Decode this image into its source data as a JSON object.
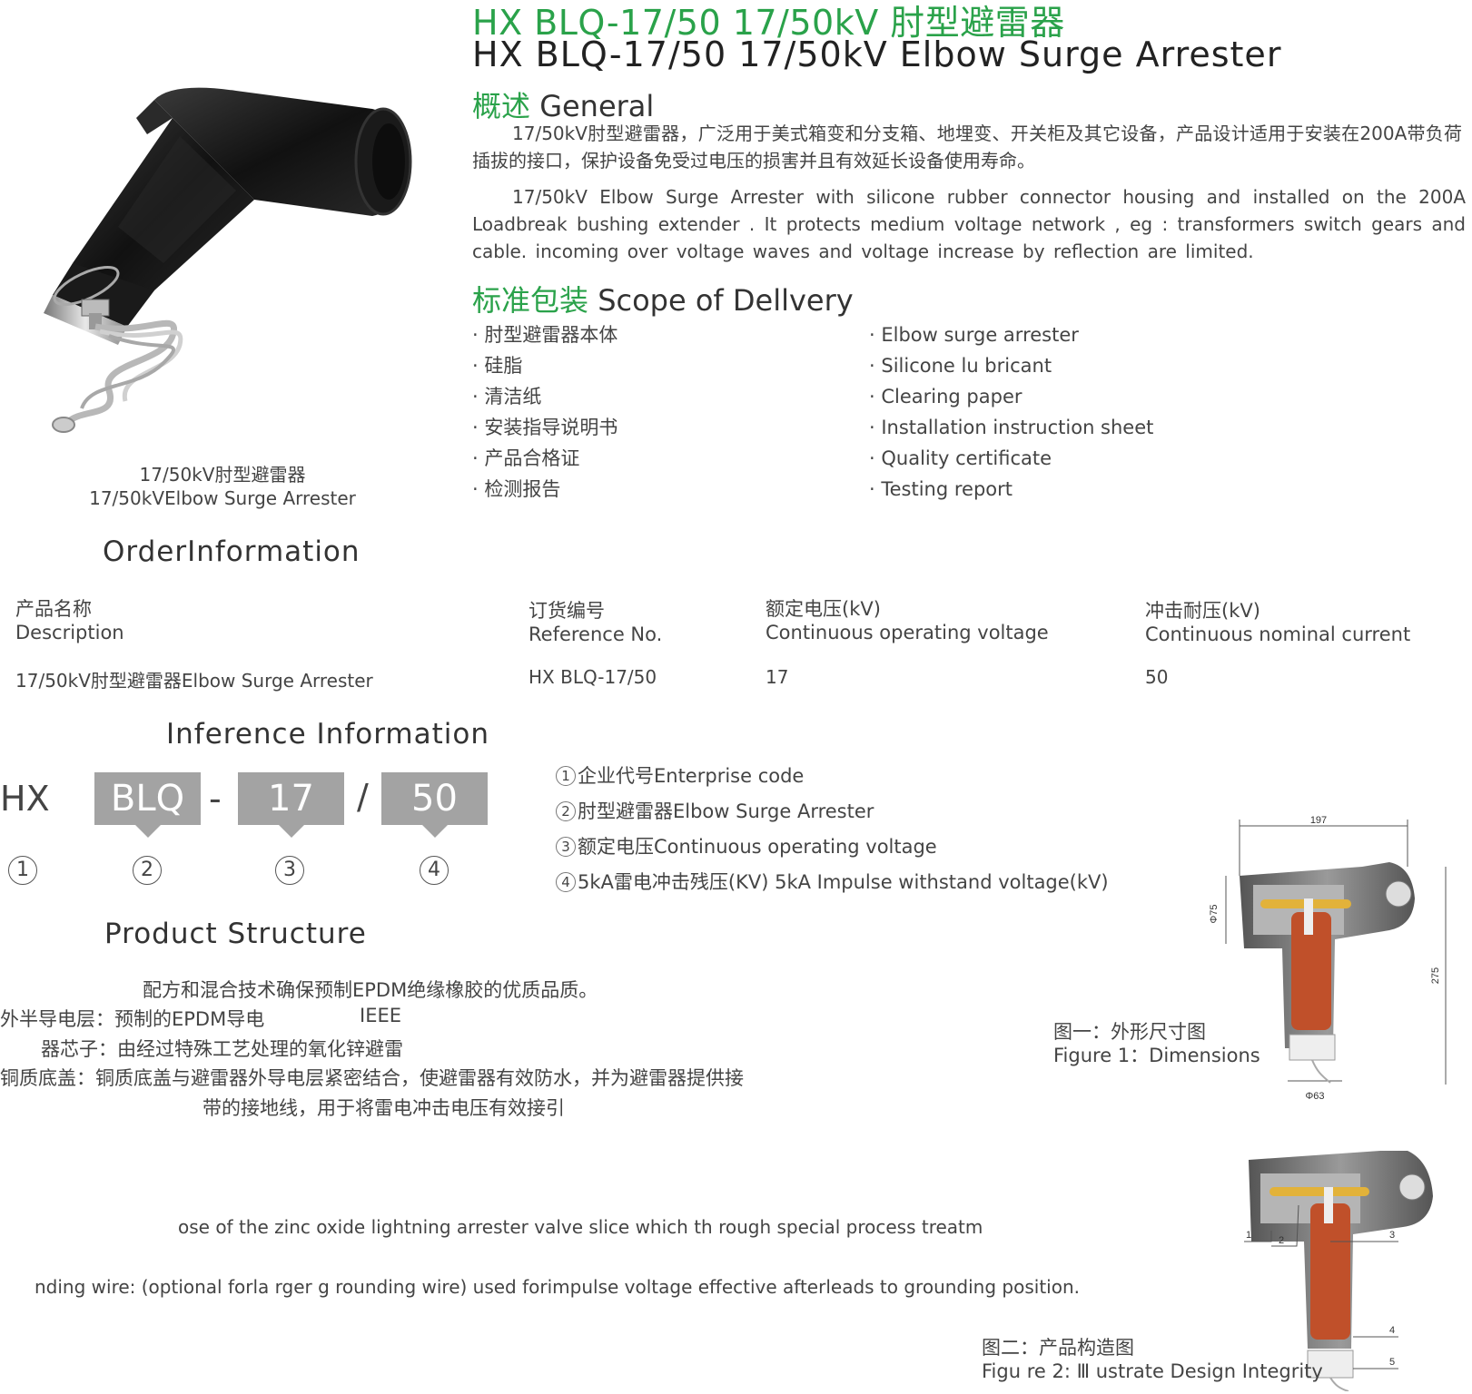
{
  "header": {
    "title_cn": "HX BLQ-17/50 17/50kV 肘型避雷器",
    "title_en": "HX BLQ-17/50 17/50kV Elbow Surge Arrester"
  },
  "general": {
    "heading_cn": "概述",
    "heading_en": "General",
    "para_cn": "17/50kV肘型避雷器，广泛用于美式箱变和分支箱、地埋变、开关柜及其它设备，产品设计适用于安装在200A带负荷插拔的接口，保护设备免受过电压的损害并且有效延长设备使用寿命。",
    "para_en": "17/50kV Elbow Surge Arrester  with  silicone rubber connector housing and  installed on  the  200A Loadbreak  bushing  extender . It protects  medium  voltage  network , eg : transformers switch gears and cable. incoming over voltage waves and voltage increase by reflection are limited."
  },
  "delivery": {
    "heading_cn": "标准包装",
    "heading_en": "Scope of Dellvery",
    "items_cn": [
      "肘型避雷器本体",
      "硅脂",
      "清洁纸",
      "安装指导说明书",
      "产品合格证",
      "检测报告"
    ],
    "items_en": [
      "Elbow surge arrester",
      "Silicone lu bricant",
      "Clearing paper",
      "Installation instruction sheet",
      "Quality certificate",
      "Testing report"
    ]
  },
  "product_photo": {
    "caption_cn": "17/50kV肘型避雷器",
    "caption_en": "17/50kVElbow Surge Arrester"
  },
  "order": {
    "heading": "OrderInformation",
    "headers": [
      {
        "cn": "产品名称",
        "en": "Description"
      },
      {
        "cn": "订货编号",
        "en": " Reference No."
      },
      {
        "cn": "额定电压(kV)",
        "en": "Continuous operating voltage"
      },
      {
        "cn": "冲击耐压(kV)",
        "en": "Continuous nominal current"
      }
    ],
    "row": [
      "17/50kV肘型避雷器Elbow Surge Arrester",
      "HX BLQ-17/50",
      "17",
      "50"
    ]
  },
  "inference": {
    "heading": "Inference Information",
    "prefix": "HX",
    "codes": [
      "BLQ",
      "17",
      "50"
    ],
    "dash": "-",
    "slash": "/",
    "circles": [
      "1",
      "2",
      "3",
      "4"
    ],
    "legend": [
      {
        "num": "1",
        "text": "企业代号Enterprise code"
      },
      {
        "num": "2",
        "text": "肘型避雷器Elbow Surge Arrester"
      },
      {
        "num": "3",
        "text": "额定电压Continuous operating voltage"
      },
      {
        "num": "4",
        "text": "5kA雷电冲击残压(KV)  5kA Impulse withstand voltage(kV)"
      }
    ]
  },
  "structure": {
    "heading": "Product Structure",
    "lines": [
      "配方和混合技术确保预制EPDM绝缘橡胶的优质品质。",
      "外半导电层：预制的EPDM导电",
      "IEEE",
      "器芯子：由经过特殊工艺处理的氧化锌避雷",
      "铜质底盖：铜质底盖与避雷器外导电层紧密结合，使避雷器有效防水，并为避雷器提供接",
      "带的接地线，用于将雷电冲击电压有效接引",
      "ose of the zinc oxide lightning arrester valve slice which th rough special process treatm",
      "nding wire: (optional forla rger g rounding wire) used forimpulse voltage effective afterleads to grounding position."
    ]
  },
  "figure1": {
    "caption_cn": "图一：外形尺寸图",
    "caption_en": "Figure 1：Dimensions",
    "dims": [
      "197",
      "Φ75",
      "275",
      "Φ63"
    ]
  },
  "figure2": {
    "caption_cn": "图二：产品构造图",
    "caption_en": "Figu re 2: Ⅲ ustrate Design Integrity",
    "callouts": [
      "1",
      "2",
      "3",
      "4",
      "5"
    ]
  },
  "colors": {
    "accent_green": "#2aa24a",
    "code_box_gray": "#a3a3a3",
    "rubber_black": "#1e1e1e",
    "core_orange": "#c0502a",
    "conductor_yellow": "#e2b23a"
  }
}
